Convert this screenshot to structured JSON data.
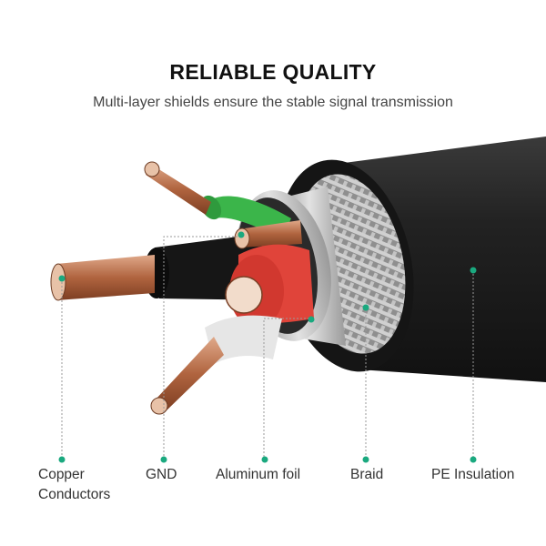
{
  "header": {
    "title": "RELIABLE QUALITY",
    "subtitle": "Multi-layer shields ensure the stable signal transmission"
  },
  "colors": {
    "accent_dot": "#1aa97f",
    "jacket": "#1e1e1e",
    "wire_green": "#3bb54a",
    "wire_red": "#e0443a",
    "wire_white": "#e6e6e6",
    "wire_black": "#161616",
    "copper": "#c07a55",
    "foil": "#b8b8b8",
    "braid": "#a9a9a9"
  },
  "labels": [
    {
      "id": "copper",
      "text_line1": "Copper",
      "text_line2": "Conductors"
    },
    {
      "id": "gnd",
      "text_line1": "GND"
    },
    {
      "id": "foil",
      "text_line1": "Aluminum foil"
    },
    {
      "id": "braid",
      "text_line1": "Braid"
    },
    {
      "id": "pe",
      "text_line1": "PE Insulation"
    }
  ]
}
